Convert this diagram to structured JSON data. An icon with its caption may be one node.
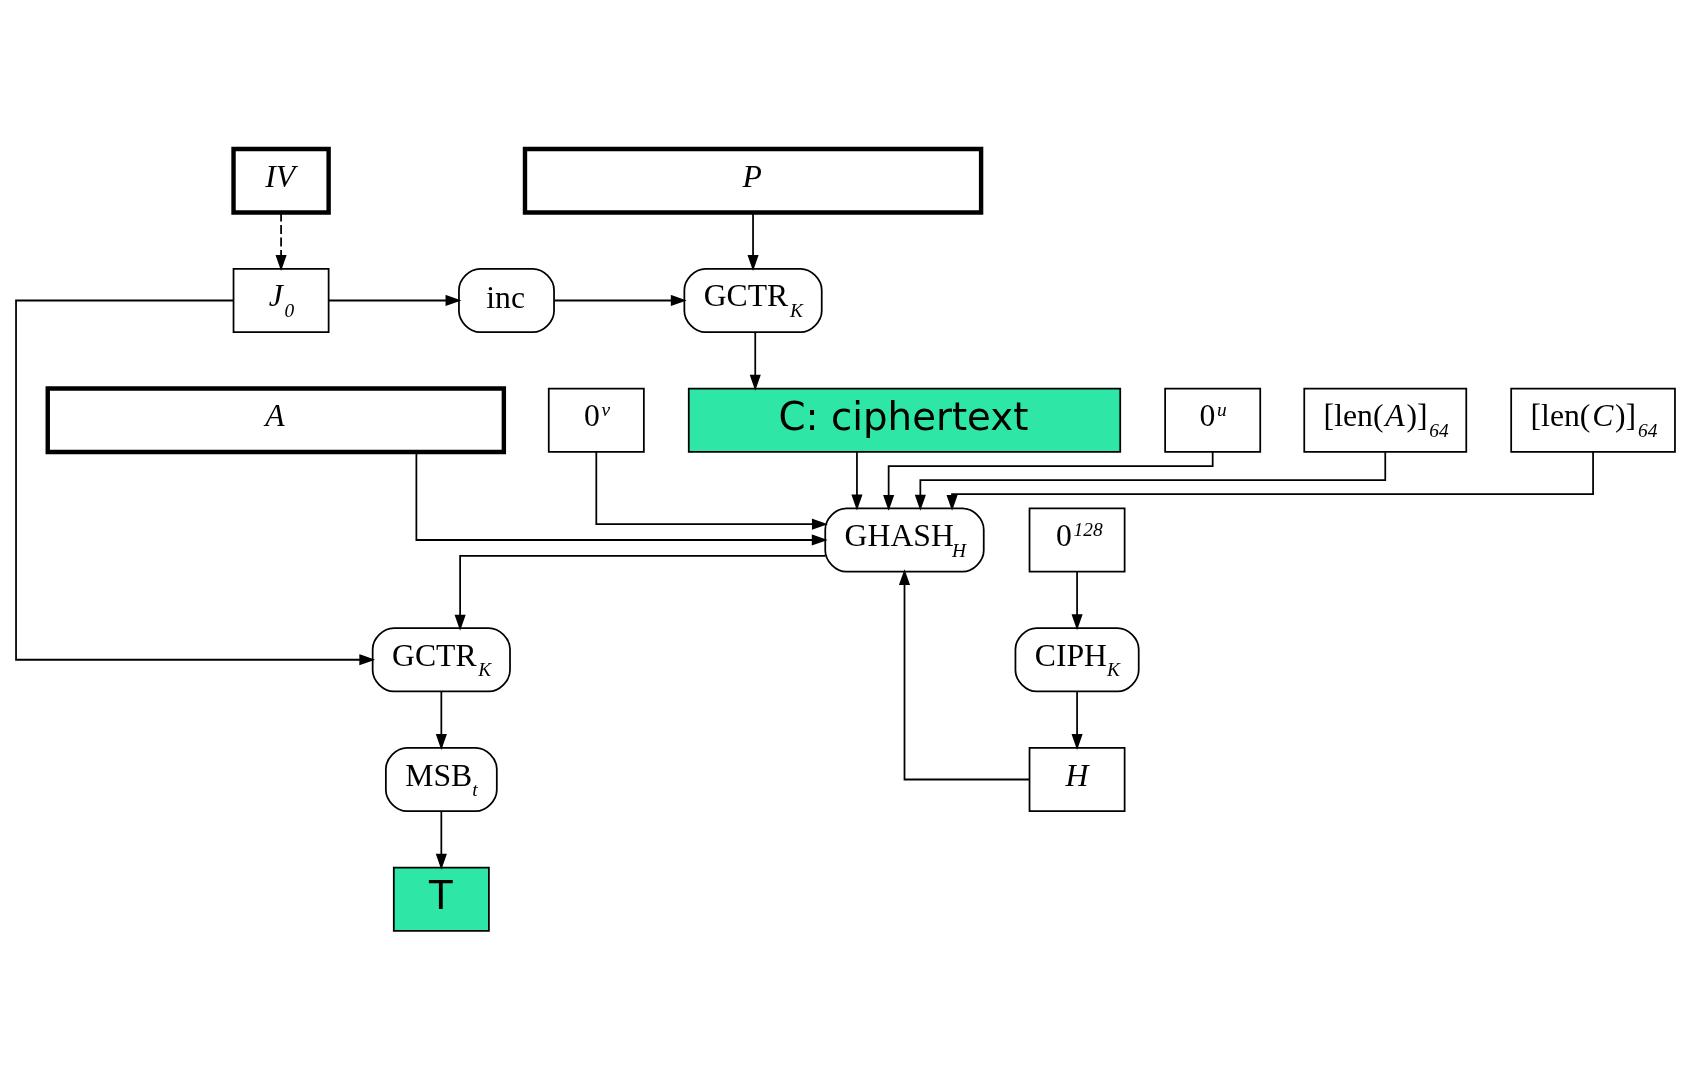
{
  "diagram": {
    "nodes": [
      {
        "text": [
          "*IV*"
        ]
      },
      {
        "text": [
          "*P*"
        ]
      },
      {
        "text": [
          "*J*$_{0}$"
        ]
      },
      {
        "text": [
          "inc"
        ]
      },
      {
        "text": [
          "GCTR$_{K}$"
        ]
      },
      {
        "text": [
          "*A*"
        ]
      },
      {
        "text": [
          "0$^{v}$"
        ]
      },
      {
        "text": [
          "C: ciphertext"
        ]
      },
      {
        "text": [
          "0$^{u}$"
        ]
      },
      {
        "text": [
          "[len(*A*)]$_{64}$"
        ]
      },
      {
        "text": [
          "[len(*C*)]$_{64}$"
        ]
      },
      {
        "text": [
          "GHASH$_{H}$"
        ]
      },
      {
        "text": [
          "0$^{128}$"
        ]
      },
      {
        "text": [
          "GCTR$_{K}$"
        ]
      },
      {
        "text": [
          "CIPH$_{K}$"
        ]
      },
      {
        "text": [
          "MSB$_{t}$"
        ]
      },
      {
        "text": [
          "*H*"
        ]
      },
      {
        "text": [
          "T"
        ]
      }
    ],
    "edges": [
      {
        "from": 0,
        "to": 2,
        "arrow": "to",
        "style": "dashed"
      },
      {
        "from": 1,
        "to": 4,
        "arrow": "to"
      },
      {
        "from": 2,
        "to": 3,
        "arrow": "to"
      },
      {
        "from": 3,
        "to": 4,
        "arrow": "to"
      },
      {
        "from": 4,
        "to": 7,
        "arrow": "to"
      },
      {
        "from": 5,
        "to": 11,
        "arrow": "to"
      },
      {
        "from": 6,
        "to": 11,
        "arrow": "to"
      },
      {
        "from": 7,
        "to": 11,
        "arrow": "to"
      },
      {
        "from": 8,
        "to": 11,
        "arrow": "to"
      },
      {
        "from": 9,
        "to": 11,
        "arrow": "to"
      },
      {
        "from": 10,
        "to": 11,
        "arrow": "to"
      },
      {
        "from": 2,
        "to": 13,
        "arrow": "to"
      },
      {
        "from": 11,
        "to": 13,
        "arrow": "to"
      },
      {
        "from": 13,
        "to": 15,
        "arrow": "to"
      },
      {
        "from": 15,
        "to": 17,
        "arrow": "to"
      },
      {
        "from": 12,
        "to": 14,
        "arrow": "to"
      },
      {
        "from": 14,
        "to": 16,
        "arrow": "to"
      },
      {
        "from": 16,
        "to": 11,
        "arrow": "to"
      }
    ]
  }
}
